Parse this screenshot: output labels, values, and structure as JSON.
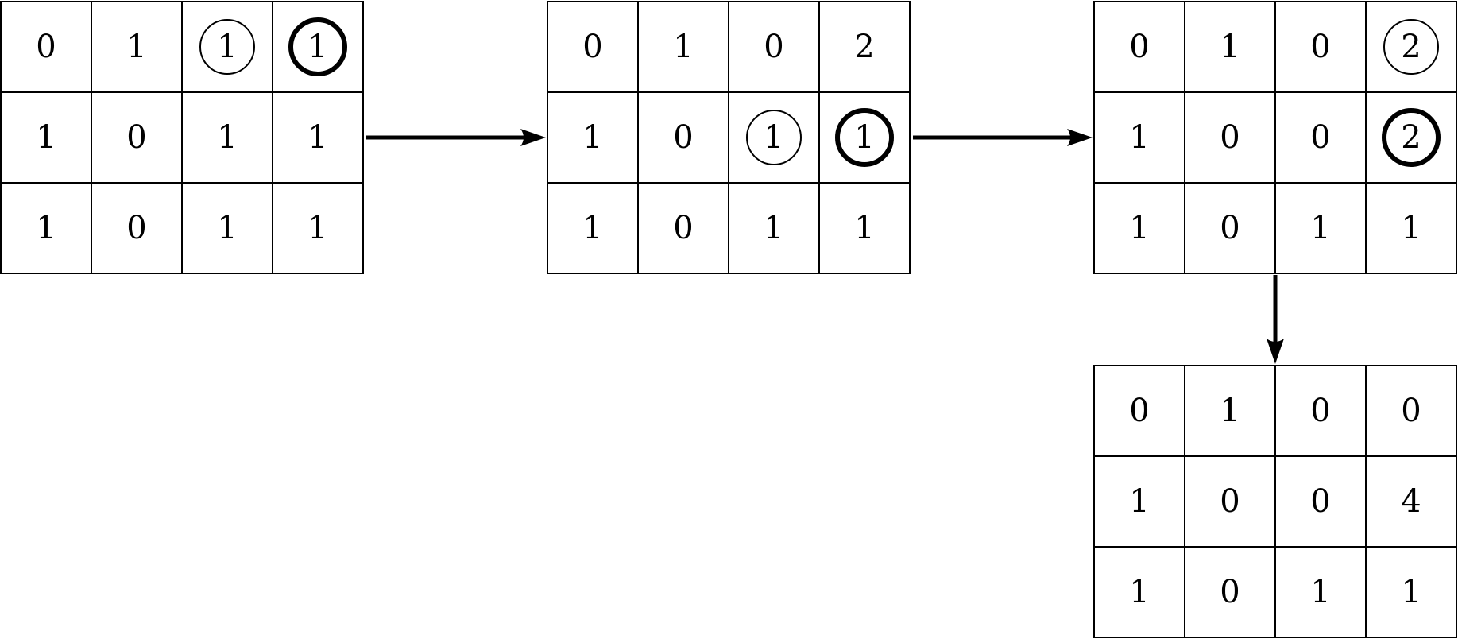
{
  "grids": [
    {
      "id": "grid-1",
      "rows": [
        [
          {
            "v": "0"
          },
          {
            "v": "1"
          },
          {
            "v": "1",
            "mark": "thin"
          },
          {
            "v": "1",
            "mark": "thick"
          }
        ],
        [
          {
            "v": "1"
          },
          {
            "v": "0"
          },
          {
            "v": "1"
          },
          {
            "v": "1"
          }
        ],
        [
          {
            "v": "1"
          },
          {
            "v": "0"
          },
          {
            "v": "1"
          },
          {
            "v": "1"
          }
        ]
      ]
    },
    {
      "id": "grid-2",
      "rows": [
        [
          {
            "v": "0"
          },
          {
            "v": "1"
          },
          {
            "v": "0"
          },
          {
            "v": "2"
          }
        ],
        [
          {
            "v": "1"
          },
          {
            "v": "0"
          },
          {
            "v": "1",
            "mark": "thin"
          },
          {
            "v": "1",
            "mark": "thick"
          }
        ],
        [
          {
            "v": "1"
          },
          {
            "v": "0"
          },
          {
            "v": "1"
          },
          {
            "v": "1"
          }
        ]
      ]
    },
    {
      "id": "grid-3",
      "rows": [
        [
          {
            "v": "0"
          },
          {
            "v": "1"
          },
          {
            "v": "0"
          },
          {
            "v": "2",
            "mark": "thin"
          }
        ],
        [
          {
            "v": "1"
          },
          {
            "v": "0"
          },
          {
            "v": "0"
          },
          {
            "v": "2",
            "mark": "thick"
          }
        ],
        [
          {
            "v": "1"
          },
          {
            "v": "0"
          },
          {
            "v": "1"
          },
          {
            "v": "1"
          }
        ]
      ]
    },
    {
      "id": "grid-4",
      "rows": [
        [
          {
            "v": "0"
          },
          {
            "v": "1"
          },
          {
            "v": "0"
          },
          {
            "v": "0"
          }
        ],
        [
          {
            "v": "1"
          },
          {
            "v": "0"
          },
          {
            "v": "0"
          },
          {
            "v": "4"
          }
        ],
        [
          {
            "v": "1"
          },
          {
            "v": "0"
          },
          {
            "v": "1"
          },
          {
            "v": "1"
          }
        ]
      ]
    }
  ],
  "arrows": [
    {
      "from": "grid-1",
      "to": "grid-2",
      "direction": "right"
    },
    {
      "from": "grid-2",
      "to": "grid-3",
      "direction": "right"
    },
    {
      "from": "grid-3",
      "to": "grid-4",
      "direction": "down"
    }
  ],
  "colors": {
    "stroke": "#000000",
    "background": "#ffffff"
  }
}
